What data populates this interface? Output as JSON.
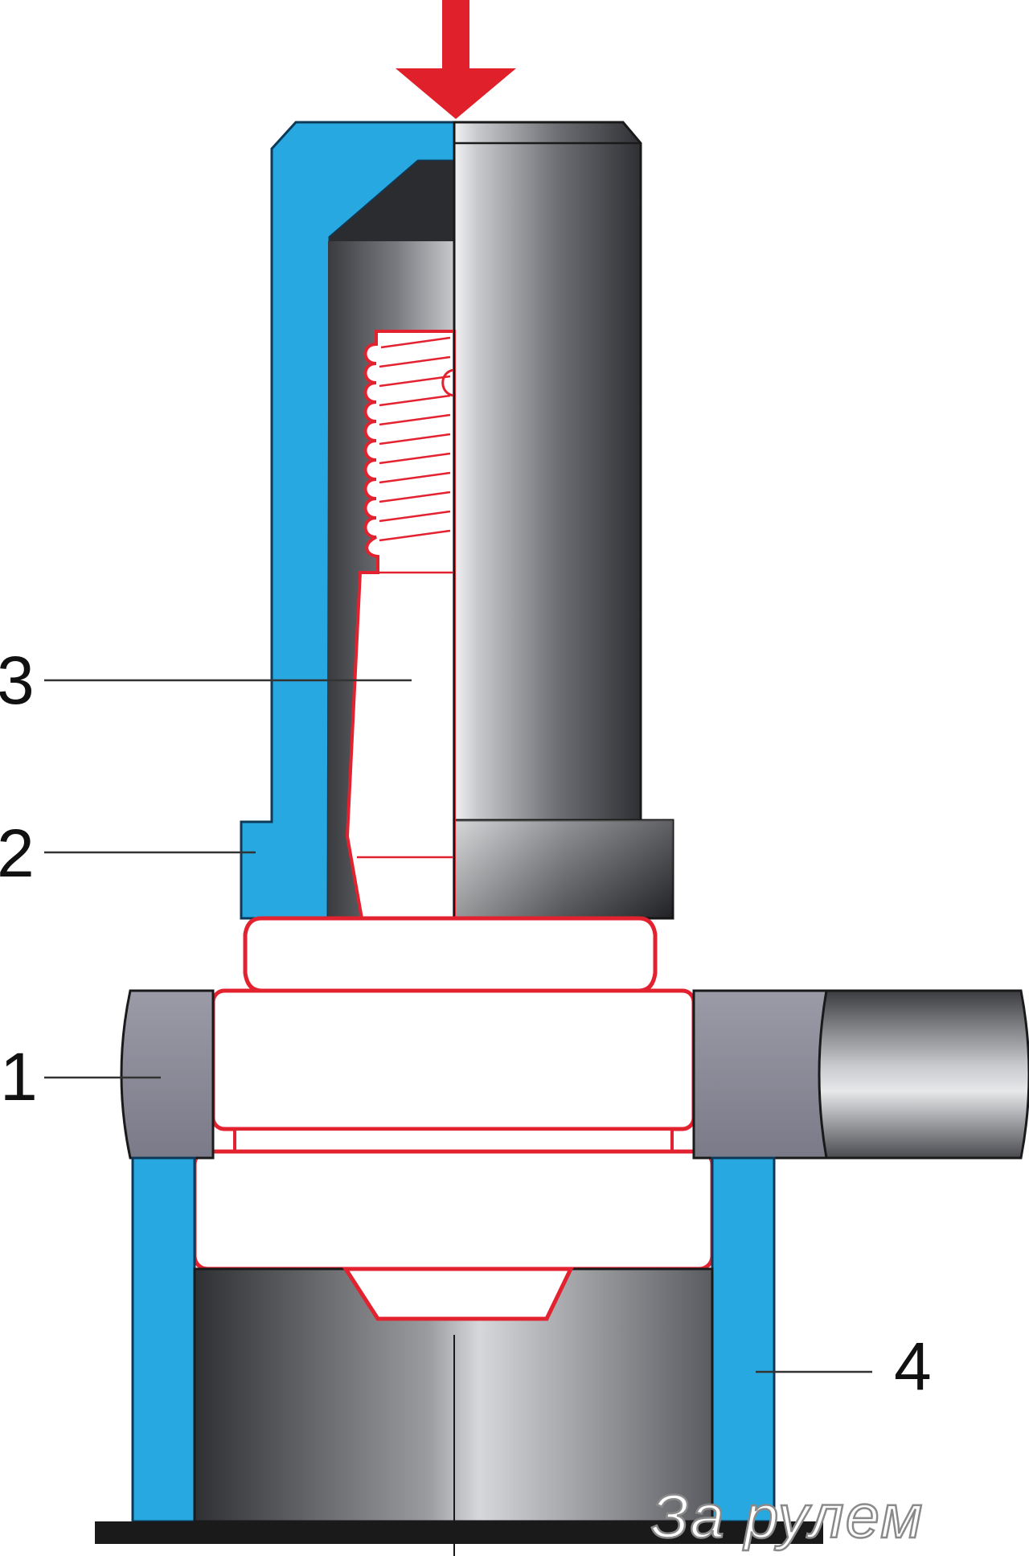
{
  "diagram": {
    "callouts": [
      {
        "id": "1",
        "label": "1"
      },
      {
        "id": "2",
        "label": "2"
      },
      {
        "id": "3",
        "label": "3"
      },
      {
        "id": "4",
        "label": "4"
      }
    ],
    "watermark": "За рулем"
  },
  "colors": {
    "tool_blue": "#27a8e0",
    "outline_red": "#e32230",
    "arrow_red": "#e0202a",
    "steel_dark": "#3a3b40",
    "steel_light": "#d8d9dc",
    "plate_grey": "#8b8b98",
    "base_black": "#1a1a1a"
  }
}
